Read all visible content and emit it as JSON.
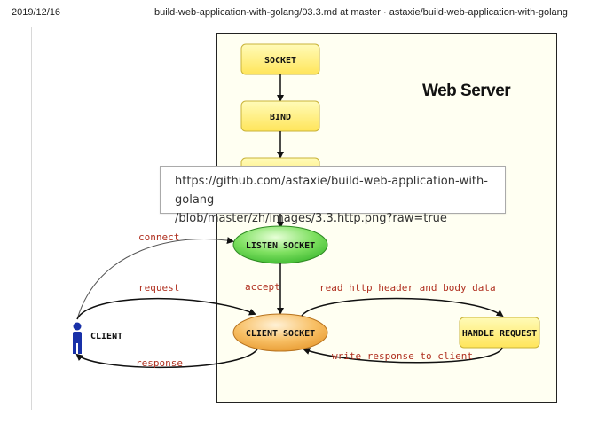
{
  "header": {
    "date": "2019/12/16",
    "title": "build-web-application-with-golang/03.3.md at master · astaxie/build-web-application-with-golang"
  },
  "diagram": {
    "server_title": "Web Server",
    "nodes": {
      "socket": "SOCKET",
      "bind": "BIND",
      "listen_socket": "LISTEN SOCKET",
      "client_socket": "CLIENT SOCKET",
      "handle_request": "HANDLE REQUEST",
      "client": "CLIENT"
    },
    "labels": {
      "connect": "connect",
      "request": "request",
      "response": "response",
      "accept": "accept",
      "read": "read http header and body data",
      "write": "write response to client"
    },
    "colors": {
      "box_yellow": "#fff07a",
      "listen_green": "#5fd84a",
      "client_orange": "#f6b24a",
      "label_red": "#b03020",
      "client_figure": "#1830a8"
    }
  },
  "tooltip": {
    "line1": "https://github.com/astaxie/build-web-application-with-golang",
    "line2": "/blob/master/zh/images/3.3.http.png?raw=true"
  }
}
